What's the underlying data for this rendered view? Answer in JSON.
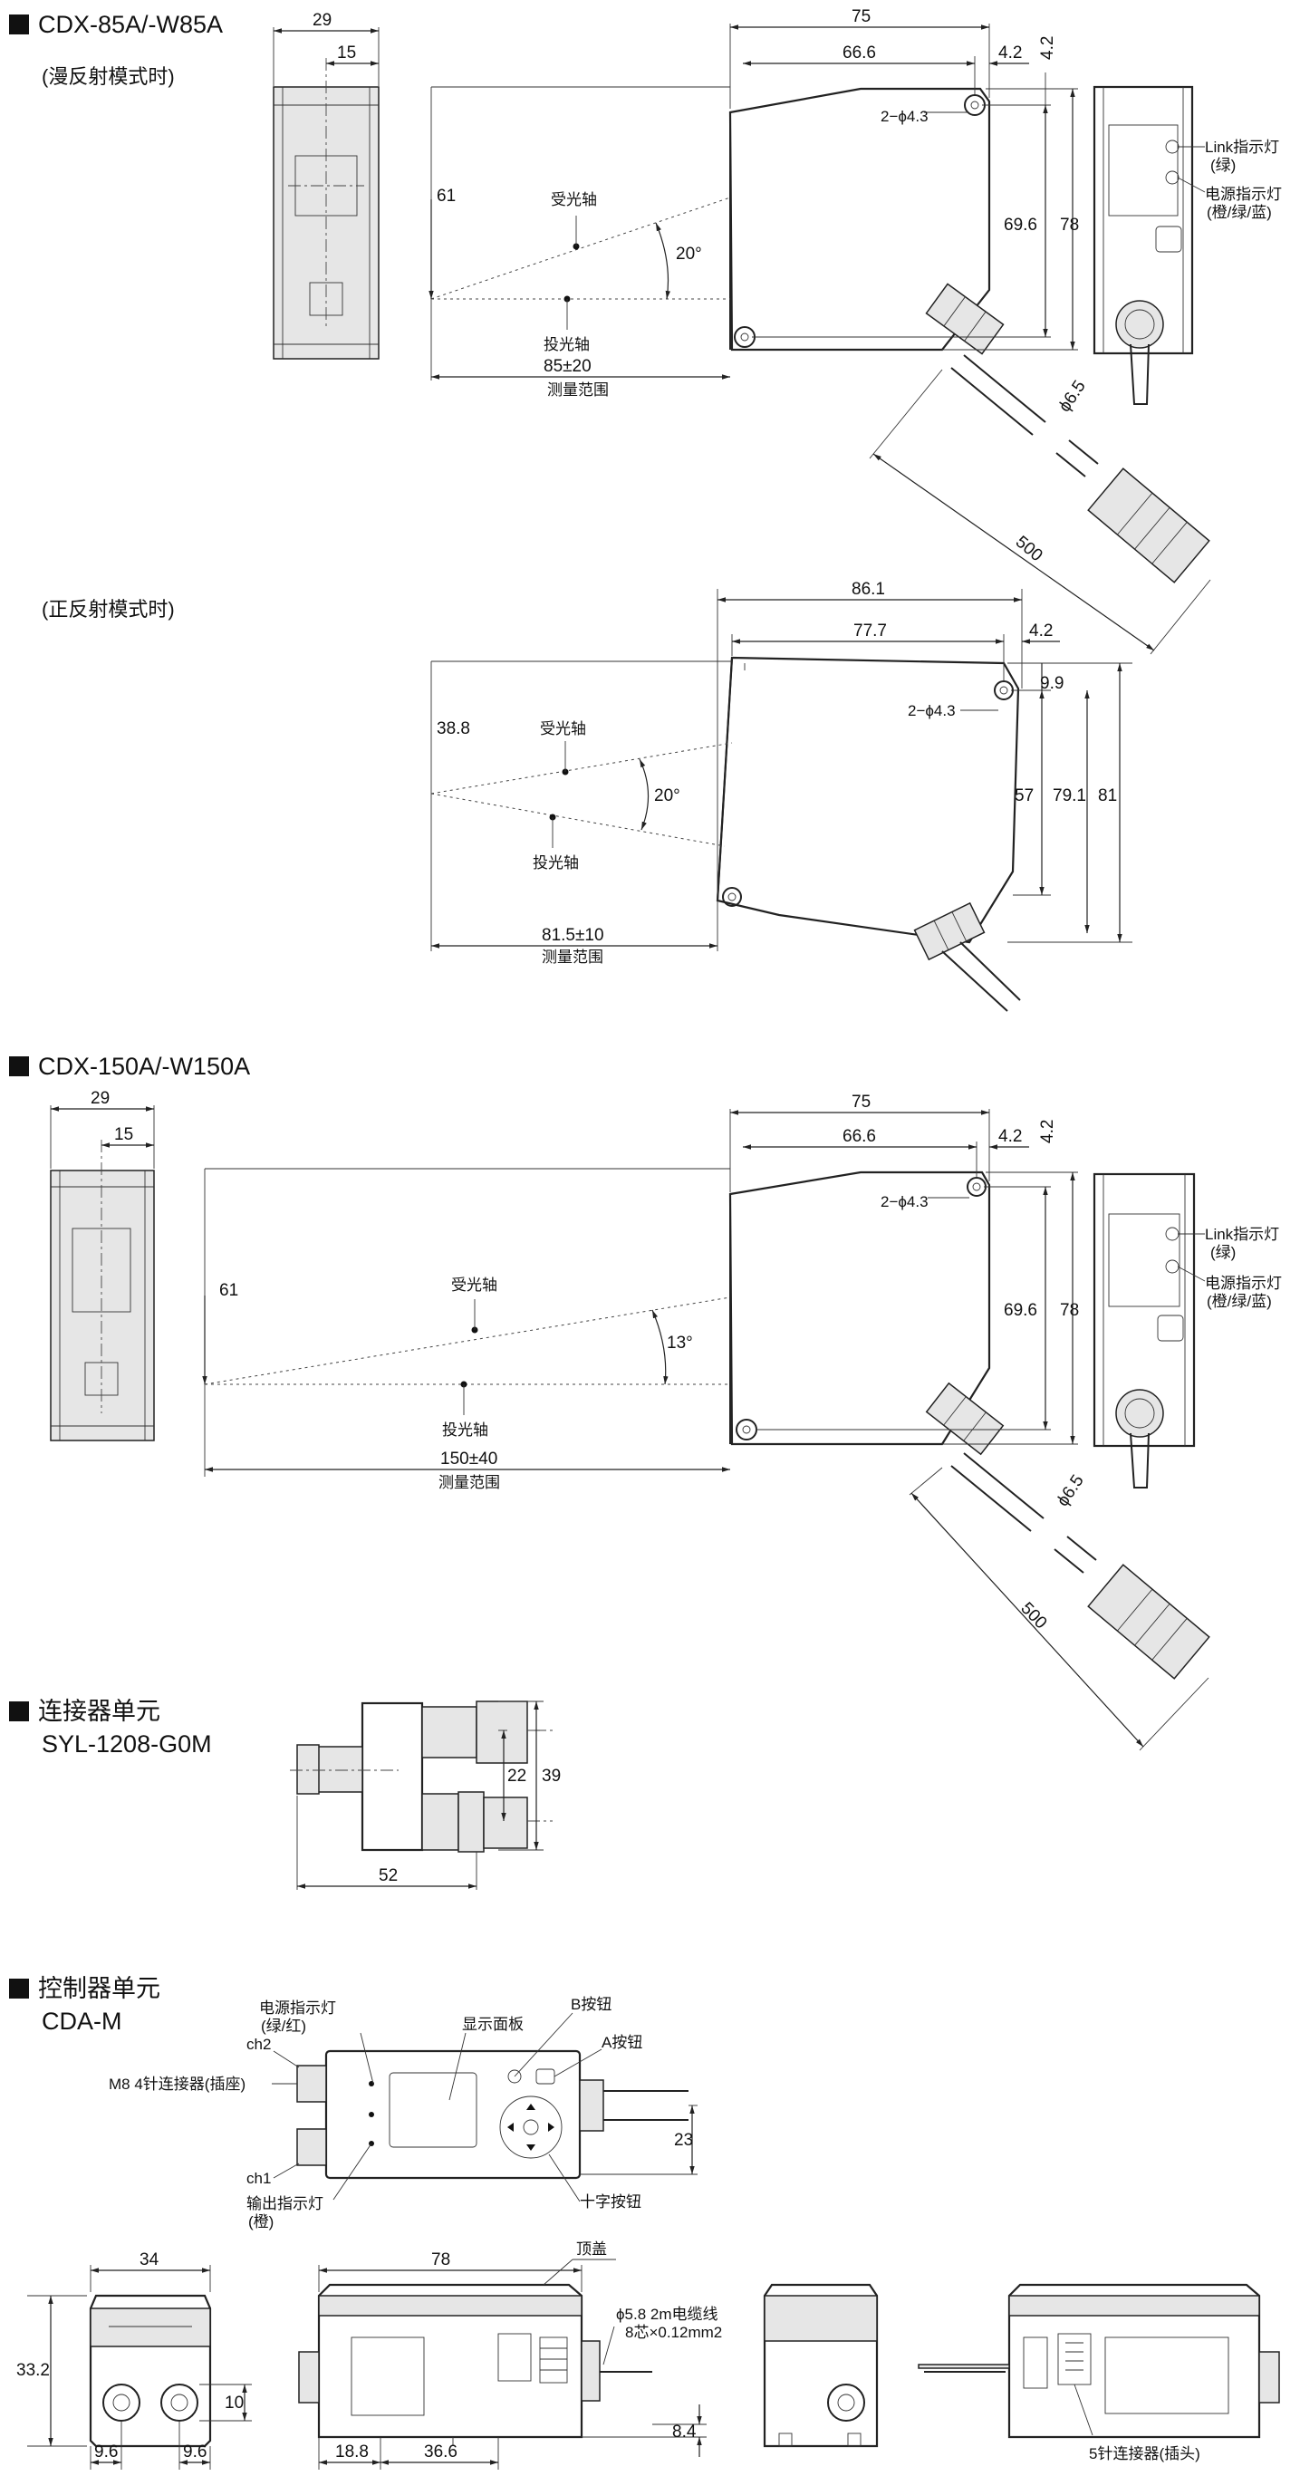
{
  "sections": {
    "s1_title": "CDX-85A/-W85A",
    "s1_diffuse": "(漫反射模式时)",
    "s1_specular": "(正反射模式时)",
    "s2_title": "CDX-150A/-W150A",
    "s3_title_a": "连接器单元",
    "s3_title_b": "SYL-1208-G0M",
    "s4_title_a": "控制器单元",
    "s4_title_b": "CDA-M"
  },
  "labels": {
    "receive_axis": "受光轴",
    "project_axis": "投光轴",
    "measure_range": "测量范围",
    "hole": "2−ϕ4.3",
    "link_led_a": "Link指示灯",
    "link_led_b": "(绿)",
    "power_led_a": "电源指示灯",
    "power_led_b": "(橙/绿/蓝)",
    "ctrl_power_a": "电源指示灯",
    "ctrl_power_b": "(绿/红)",
    "display": "显示面板",
    "btn_b": "B按钮",
    "btn_a": "A按钮",
    "ch2": "ch2",
    "ch1": "ch1",
    "m8": "M8 4针连接器(插座)",
    "out_led_a": "输出指示灯",
    "out_led_b": "(橙)",
    "cross_btn": "十字按钮",
    "top_cover": "顶盖",
    "cable_a": "ϕ5.8 2m电缆线",
    "cable_b": "8芯×0.12mm2",
    "pin5": "5针连接器(插头)"
  },
  "dims": {
    "d29": "29",
    "d15": "15",
    "d75": "75",
    "d66_6": "66.6",
    "d4_2": "4.2",
    "d61": "61",
    "d20deg": "20°",
    "d69_6": "69.6",
    "d78": "78",
    "d85": "85±20",
    "d6_5": "ϕ6.5",
    "d500": "500",
    "d86_1": "86.1",
    "d77_7": "77.7",
    "d9_9": "9.9",
    "d38_8": "38.8",
    "d57": "57",
    "d79_1": "79.1",
    "d81": "81",
    "d81_5": "81.5±10",
    "d13deg": "13°",
    "d150": "150±40",
    "d22": "22",
    "d39": "39",
    "d52": "52",
    "d23": "23",
    "d34": "34",
    "d33_2": "33.2",
    "d10": "10",
    "d9_6": "9.6",
    "d18_8": "18.8",
    "d36_6": "36.6",
    "d8_4": "8.4"
  }
}
